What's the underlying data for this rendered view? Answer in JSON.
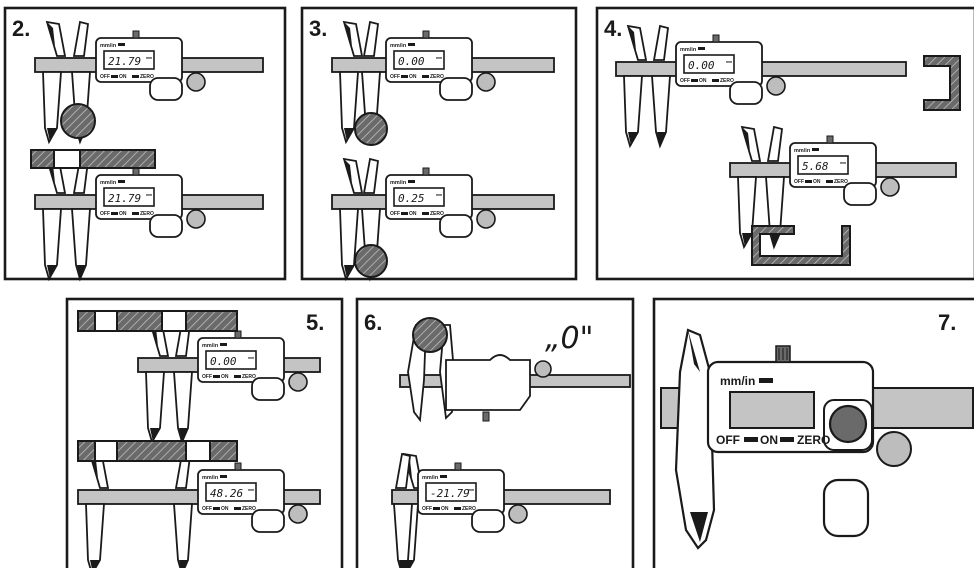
{
  "panels": [
    {
      "number": "2.",
      "readings": [
        "21.79",
        "21.79"
      ]
    },
    {
      "number": "3.",
      "readings": [
        "0.00",
        "0.25"
      ]
    },
    {
      "number": "4.",
      "readings": [
        "0.00",
        "5.68"
      ]
    },
    {
      "number": "5.",
      "readings": [
        "0.00",
        "48.26"
      ]
    },
    {
      "number": "6.",
      "readings": [
        "-21.79"
      ],
      "callout": "„0\""
    },
    {
      "number": "7."
    }
  ],
  "caliper_labels": {
    "unit_button": "mm/in",
    "off_label": "OFF",
    "on_label": "ON",
    "zero_label": "ZERO",
    "lcd_unit": "mm"
  },
  "colors": {
    "ink": "#1a1a1a",
    "beam": "#c4c4c4",
    "object": "#6a6a6a",
    "body": "#ffffff"
  }
}
